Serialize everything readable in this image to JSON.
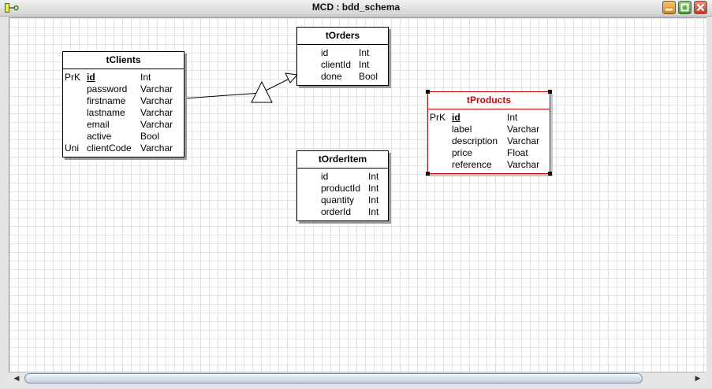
{
  "window": {
    "title": "MCD : bdd_schema"
  },
  "entities": {
    "clients": {
      "title": "tClients",
      "rows": [
        {
          "key": "PrK",
          "name": "id",
          "type": "Int",
          "primary": true
        },
        {
          "key": "",
          "name": "password",
          "type": "Varchar"
        },
        {
          "key": "",
          "name": "firstname",
          "type": "Varchar"
        },
        {
          "key": "",
          "name": "lastname",
          "type": "Varchar"
        },
        {
          "key": "",
          "name": "email",
          "type": "Varchar"
        },
        {
          "key": "",
          "name": "active",
          "type": "Bool"
        },
        {
          "key": "Uni",
          "name": "clientCode",
          "type": "Varchar"
        }
      ]
    },
    "orders": {
      "title": "tOrders",
      "rows": [
        {
          "key": "",
          "name": "id",
          "type": "Int"
        },
        {
          "key": "",
          "name": "clientId",
          "type": "Int"
        },
        {
          "key": "",
          "name": "done",
          "type": "Bool"
        }
      ]
    },
    "orderitem": {
      "title": "tOrderItem",
      "rows": [
        {
          "key": "",
          "name": "id",
          "type": "Int"
        },
        {
          "key": "",
          "name": "productId",
          "type": "Int"
        },
        {
          "key": "",
          "name": "quantity",
          "type": "Int"
        },
        {
          "key": "",
          "name": "orderId",
          "type": "Int"
        }
      ]
    },
    "products": {
      "title": "tProducts",
      "rows": [
        {
          "key": "PrK",
          "name": "id",
          "type": "Int",
          "primary": true
        },
        {
          "key": "",
          "name": "label",
          "type": "Varchar"
        },
        {
          "key": "",
          "name": "description",
          "type": "Varchar"
        },
        {
          "key": "",
          "name": "price",
          "type": "Float"
        },
        {
          "key": "",
          "name": "reference",
          "type": "Varchar"
        }
      ]
    }
  },
  "colors": {
    "selected": "#d00000",
    "grid": "#e2e2e2"
  }
}
